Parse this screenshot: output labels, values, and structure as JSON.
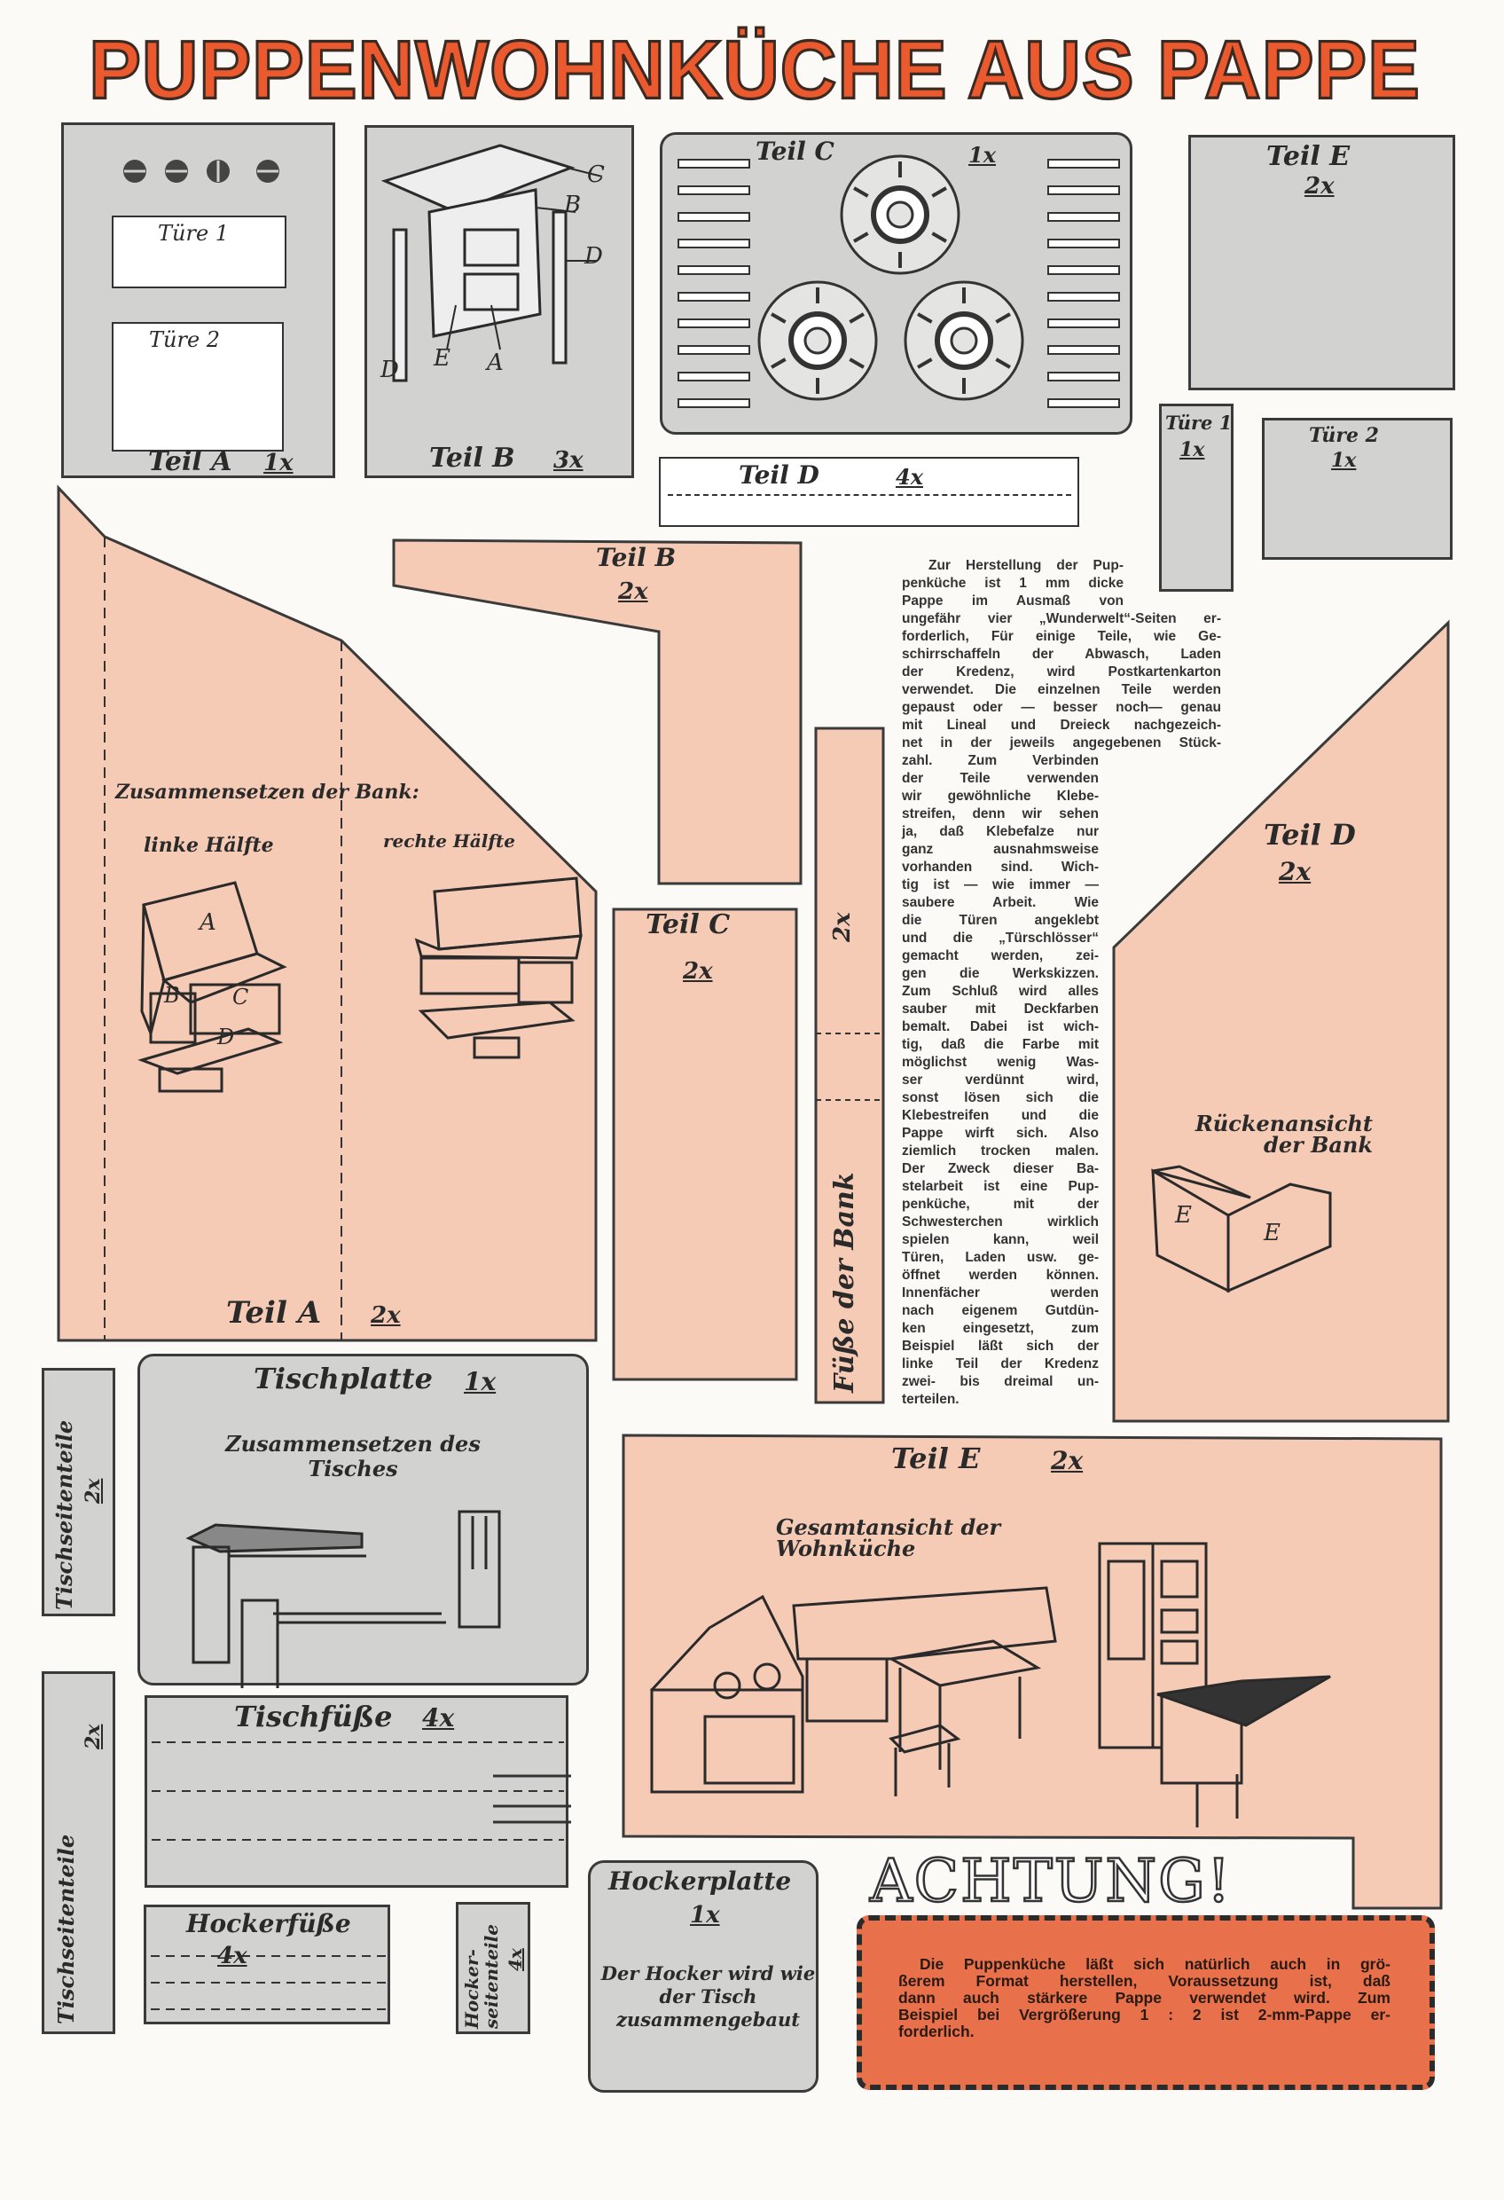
{
  "title": "PUPPENWOHNKÜCHE AUS PAPPE",
  "colors": {
    "title": "#ea5a2e",
    "pink_card": "#f6cbb6",
    "gray_card": "#d2d2d0",
    "warning_box": "#e8704a"
  },
  "gray_parts": {
    "teil_a": {
      "door1": "Türe 1",
      "door2": "Türe 2",
      "label": "Teil A",
      "count": "1x"
    },
    "teil_b": {
      "label": "Teil B",
      "count": "3x",
      "letters": [
        "C",
        "B",
        "D",
        "D",
        "E",
        "A"
      ]
    },
    "teil_c": {
      "label": "Teil C",
      "count": "1x"
    },
    "teil_d": {
      "label": "Teil D",
      "count": "4x"
    },
    "teil_e": {
      "label": "Teil E",
      "count": "2x"
    },
    "tuere1": {
      "label": "Türe 1",
      "count": "1x"
    },
    "tuere2": {
      "label": "Türe 2",
      "count": "1x"
    },
    "tischplatte": {
      "label": "Tischplatte",
      "count": "1x",
      "caption": "Zusammensetzen des Tisches"
    },
    "tischseitenteile": {
      "label": "Tischseitenteile",
      "count": "2x"
    },
    "tischfuesse": {
      "label": "Tischfüße",
      "count": "4x"
    },
    "hockerfuesse": {
      "label": "Hockerfüße",
      "count": "4x"
    },
    "hockerseitenteile": {
      "label": "Hocker-seitenteile",
      "count": "4x"
    },
    "hockerplatte": {
      "label": "Hockerplatte",
      "count": "1x",
      "caption": "Der Hocker wird wie der Tisch zusammengebaut"
    }
  },
  "pink_parts": {
    "teil_a": {
      "label": "Teil A",
      "count": "2x",
      "caption1": "Zusammensetzen der Bank:",
      "caption2": "linke Hälfte",
      "caption3": "rechte Hälfte",
      "letters": [
        "A",
        "B",
        "C",
        "D"
      ]
    },
    "teil_b": {
      "label": "Teil B",
      "count": "2x"
    },
    "teil_c": {
      "label": "Teil C",
      "count": "2x"
    },
    "fuesse": {
      "label": "Füße der Bank",
      "count": "2x"
    },
    "teil_d": {
      "label": "Teil D",
      "count": "2x",
      "caption": "Rückenansicht der Bank",
      "letters": [
        "E",
        "E"
      ]
    },
    "teil_e": {
      "label": "Teil E",
      "count": "2x",
      "caption": "Gesamtansicht der Wohnküche"
    }
  },
  "body_lines": [
    "Zur Herstellung der Pup-",
    "penküche ist 1 mm dicke",
    "Pappe im Ausmaß von",
    "ungefähr vier „Wunderwelt“-Seiten er-",
    "forderlich, Für einige Teile, wie Ge-",
    "schirrschaffeln der Abwasch, Laden",
    "der Kredenz, wird Postkartenkarton",
    "verwendet. Die einzelnen Teile werden",
    "gepaust oder — besser noch— genau",
    "mit Lineal und Dreieck nachgezeich-",
    "net in der jeweils angegebenen Stück-",
    "zahl. Zum Verbinden",
    "der Teile verwenden",
    "wir gewöhnliche Klebe-",
    "streifen, denn wir sehen",
    "ja, daß Klebefalze nur",
    "ganz ausnahmsweise",
    "vorhanden sind. Wich-",
    "tig ist — wie immer —",
    "saubere Arbeit. Wie",
    "die Türen angeklebt",
    "und die „Türschlösser“",
    "gemacht werden, zei-",
    "gen die Werkskizzen.",
    "Zum Schluß wird alles",
    "sauber mit Deckfarben",
    "bemalt. Dabei ist wich-",
    "tig, daß die Farbe mit",
    "möglichst wenig Was-",
    "ser verdünnt wird,",
    "sonst lösen sich die",
    "Klebestreifen und die",
    "Pappe wirft sich. Also",
    "ziemlich trocken malen.",
    "Der Zweck dieser Ba-",
    "stelarbeit ist eine Pup-",
    "penküche, mit der",
    "Schwesterchen wirklich",
    "spielen kann, weil",
    "Türen, Laden usw. ge-",
    "öffnet werden können.",
    "Innenfächer werden",
    "nach eigenem Gutdün-",
    "ken eingesetzt, zum",
    "Beispiel läßt sich der",
    "linke Teil der Kredenz",
    "zwei- bis dreimal un-",
    "terteilen."
  ],
  "warning": {
    "heading": "ACHTUNG!",
    "lines": [
      "Die Puppenküche läßt sich natürlich auch in grö-",
      "ßerem Format herstellen, Voraussetzung ist, daß",
      "dann auch stärkere Pappe verwendet wird. Zum",
      "Beispiel bei Vergrößerung 1 : 2 ist 2-mm-Pappe er-",
      "forderlich."
    ]
  }
}
